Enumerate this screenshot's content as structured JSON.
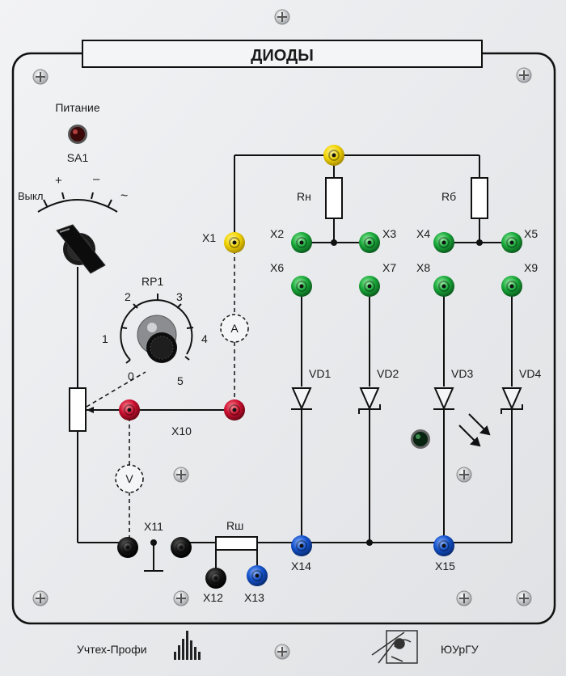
{
  "panel": {
    "title": "ДИОДЫ",
    "power_label": "Питание",
    "switch_label": "SA1",
    "switch_off_label": "Выкл",
    "switch_plus": "+",
    "switch_minus": "–",
    "switch_ac": "~",
    "pot_label": "RP1",
    "pot_ticks": [
      "0",
      "1",
      "2",
      "3",
      "4",
      "5"
    ],
    "brand_left": "Учтех-Профи",
    "brand_right": "ЮУрГУ"
  },
  "resistors": {
    "rn": "Rн",
    "rb": "Rб",
    "rsh": "Rш"
  },
  "meters": {
    "ammeter": "A",
    "voltmeter": "V"
  },
  "diodes": [
    "VD1",
    "VD2",
    "VD3",
    "VD4"
  ],
  "terminals": {
    "x1": "X1",
    "x2": "X2",
    "x3": "X3",
    "x4": "X4",
    "x5": "X5",
    "x6": "X6",
    "x7": "X7",
    "x8": "X8",
    "x9": "X9",
    "x10": "X10",
    "x11": "X11",
    "x12": "X12",
    "x13": "X13",
    "x14": "X14",
    "x15": "X15"
  },
  "colors": {
    "yellow": "#f4d800",
    "green": "#1aa83a",
    "red": "#c8102e",
    "blue": "#1450c8",
    "black": "#111111",
    "led_red": "#5a0a0a",
    "led_green": "#0b3a1a"
  }
}
